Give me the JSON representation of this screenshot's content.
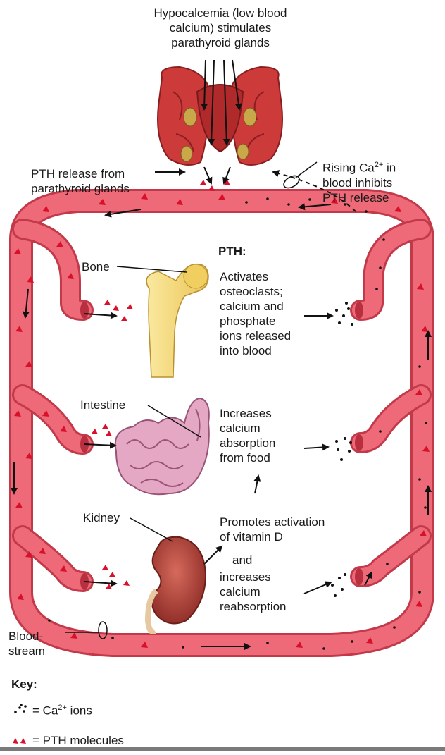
{
  "colors": {
    "vessel": "#ee6a78",
    "vessel_dark": "#c23a4a",
    "pth": "#d8102a",
    "gland": "#cc3a3a",
    "bone": "#f5dc78",
    "intestine": "#e4a8c4",
    "kidney": "#b5443a"
  },
  "top_title": [
    "Hypocalcemia (low blood",
    "calcium) stimulates",
    "parathyroid glands"
  ],
  "pth_release": [
    "PTH release from",
    "parathyroid glands"
  ],
  "rising": {
    "line1_pre": "Rising Ca",
    "line1_sup": "2+",
    "line1_post": " in",
    "line2": "blood inhibits",
    "line3": "PTH release"
  },
  "pth_heading": "PTH:",
  "bone": {
    "label": "Bone",
    "effect": [
      "Activates",
      "osteoclasts;",
      "calcium and",
      "phosphate",
      "ions released",
      "into blood"
    ]
  },
  "intestine": {
    "label": "Intestine",
    "effect": [
      "Increases",
      "calcium",
      "absorption",
      "from food"
    ]
  },
  "kidney": {
    "label": "Kidney",
    "effect1": [
      "Promotes activation",
      "of vitamin D"
    ],
    "and": "and",
    "effect2": [
      "increases",
      "calcium",
      "reabsorption"
    ]
  },
  "bloodstream": [
    "Blood-",
    "stream"
  ],
  "key": {
    "title": "Key:",
    "ca_pre": "= Ca",
    "ca_sup": "2+",
    "ca_post": " ions",
    "pth": "= PTH molecules"
  }
}
